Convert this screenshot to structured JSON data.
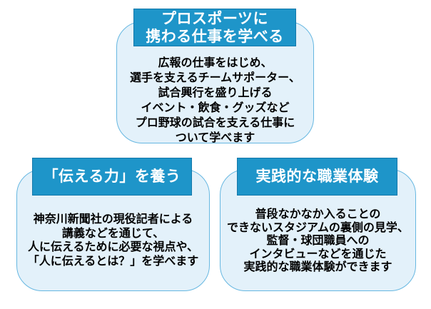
{
  "colors": {
    "header_bg": "#1e95c9",
    "header_border": "#1478aa",
    "header_text": "#ffffff",
    "card_bg": "#e3f1fa",
    "card_border": "#66b7e1",
    "body_text": "#000000",
    "page_bg": "#ffffff"
  },
  "cards": [
    {
      "id": "pro-sports-jobs",
      "title": "プロスポーツに\n携わる仕事を学べる",
      "body": "広報の仕事をはじめ、\n選手を支えるチームサポーター、\n試合興行を盛り上げる\nイベント・飲食・グッズなど\nプロ野球の試合を支える仕事に\nついて学べます"
    },
    {
      "id": "communication-skill",
      "title": "「伝える力」を養う",
      "body": "神奈川新聞社の現役記者による\n講義などを通じて、\n人に伝えるために必要な視点や、\n「人に伝えるとは？」を学べます"
    },
    {
      "id": "practical-experience",
      "title": "実践的な職業体験",
      "body": "普段なかなか入ることの\nできないスタジアムの裏側の見学、\n監督・球団職員への\nインタビューなどを通じた\n実践的な職業体験ができます"
    }
  ]
}
